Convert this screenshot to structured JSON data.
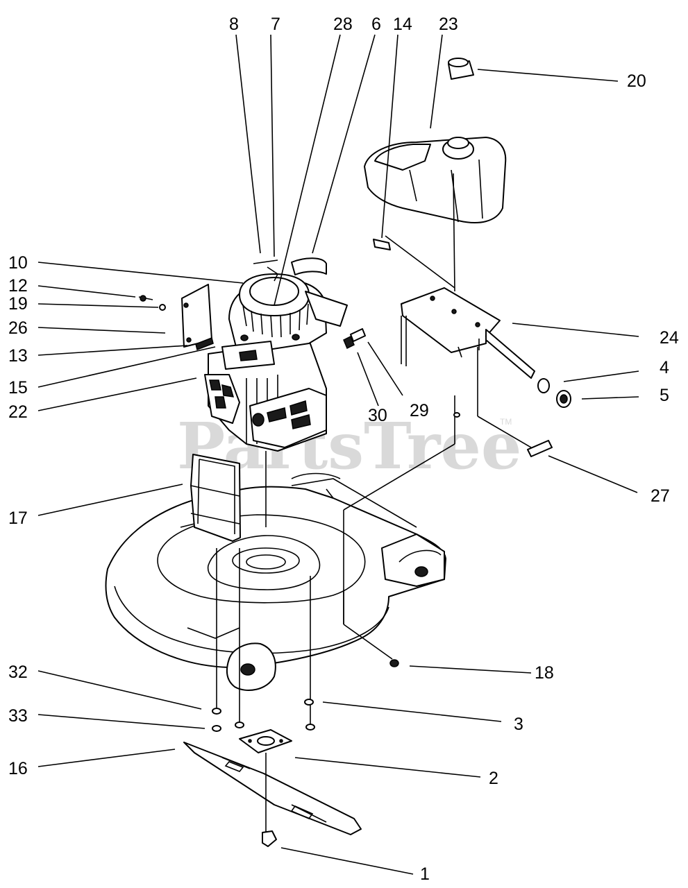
{
  "watermark": {
    "text": "PartsTree",
    "mark": "TM"
  },
  "callouts": [
    {
      "n": "8"
    },
    {
      "n": "7"
    },
    {
      "n": "28"
    },
    {
      "n": "6"
    },
    {
      "n": "14"
    },
    {
      "n": "23"
    },
    {
      "n": "20"
    },
    {
      "n": "10"
    },
    {
      "n": "12"
    },
    {
      "n": "19"
    },
    {
      "n": "26"
    },
    {
      "n": "13"
    },
    {
      "n": "15"
    },
    {
      "n": "22"
    },
    {
      "n": "30"
    },
    {
      "n": "29"
    },
    {
      "n": "24"
    },
    {
      "n": "4"
    },
    {
      "n": "5"
    },
    {
      "n": "27"
    },
    {
      "n": "17"
    },
    {
      "n": "18"
    },
    {
      "n": "32"
    },
    {
      "n": "33"
    },
    {
      "n": "3"
    },
    {
      "n": "16"
    },
    {
      "n": "2"
    },
    {
      "n": "1"
    }
  ],
  "colors": {
    "line": "#000000",
    "watermark": "#d9d9d9",
    "background": "#ffffff"
  }
}
